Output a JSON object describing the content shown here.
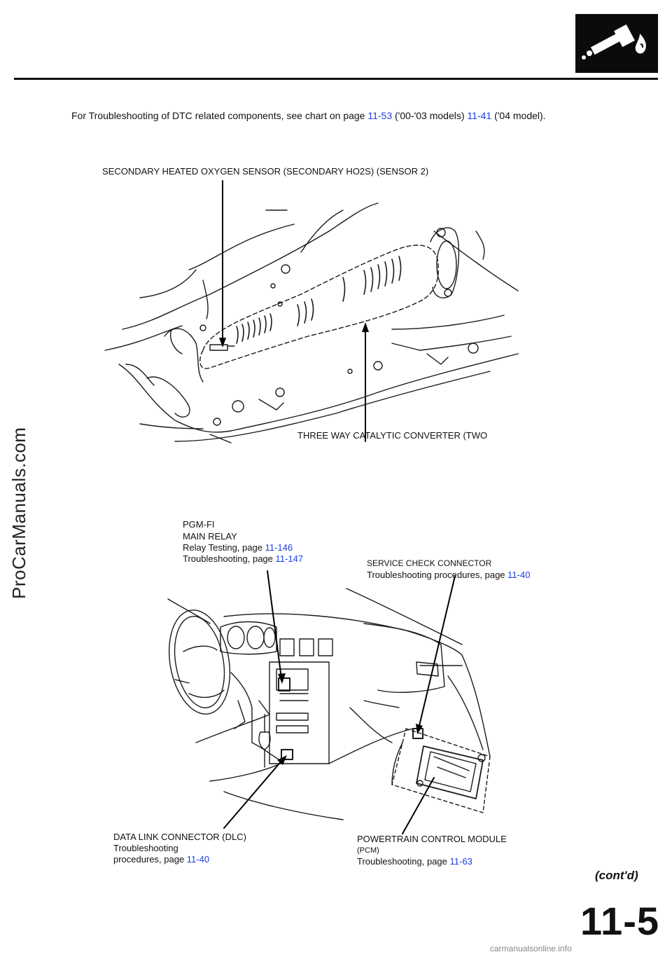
{
  "header": {
    "intro_prefix": "For Troubleshooting of DTC related components, see chart on page ",
    "intro_link1": "11-53",
    "intro_mid": " ('00-'03 models) ",
    "intro_link2": "11-41",
    "intro_suffix": " ('04 model)."
  },
  "callouts": {
    "ho2s": "SECONDARY HEATED OXYGEN SENSOR (SECONDARY HO2S) (SENSOR 2)",
    "twc": "THREE WAY CATALYTIC CONVERTER (TWO",
    "relay_l1": "PGM-FI",
    "relay_l2": "MAIN RELAY",
    "relay_l3": "Relay Testing, page ",
    "relay_l3_link": "11-146",
    "relay_l4": "Troubleshooting, page ",
    "relay_l4_link": "11-147",
    "scs_l1": "SERVICE CHECK CONNECTOR",
    "scs_l2": "Troubleshooting procedures, page ",
    "scs_l2_link": "11-40",
    "dlc_l1": "DATA LINK CONNECTOR (DLC)",
    "dlc_l2": "Troubleshooting",
    "dlc_l3": "procedures, page ",
    "dlc_l3_link": "11-40",
    "pcm_l1": "POWERTRAIN CONTROL MODULE",
    "pcm_l2": "(PCM)",
    "pcm_l3": "Troubleshooting, page ",
    "pcm_l3_link": "11-63"
  },
  "footer": {
    "contd": "(cont'd)",
    "page_number": "11-5",
    "site_url": "carmanualsonline.info"
  },
  "watermark": "ProCarManuals.com",
  "icons": {
    "section_logo": "fuel-emissions-icon"
  },
  "colors": {
    "link": "#1a3ee0",
    "ink": "#111111"
  }
}
